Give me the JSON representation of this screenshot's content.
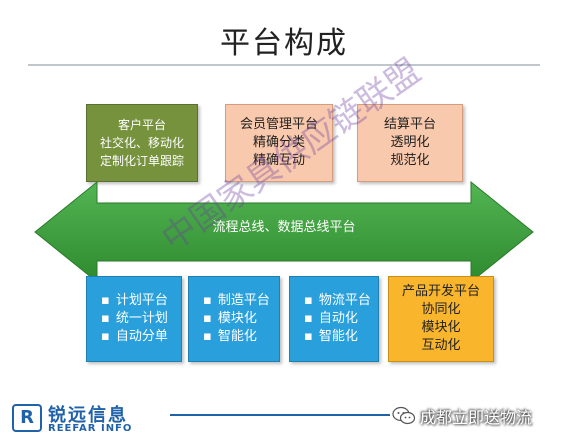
{
  "title": "平台构成",
  "top_boxes": [
    {
      "lines": [
        "客户平台",
        "社交化、移动化",
        "定制化订单跟踪"
      ]
    },
    {
      "lines": [
        "会员管理平台",
        "精确分类",
        "精确互动"
      ]
    },
    {
      "lines": [
        "结算平台",
        "透明化",
        "规范化"
      ]
    }
  ],
  "arrow": {
    "label": "流程总线、数据总线平台"
  },
  "bottom_boxes": [
    {
      "lines": [
        "计划平台",
        "统一计划",
        "自动分单"
      ]
    },
    {
      "lines": [
        "制造平台",
        "模块化",
        "智能化"
      ]
    },
    {
      "lines": [
        "物流平台",
        "自动化",
        "智能化"
      ]
    },
    {
      "lines": [
        "产品开发平台",
        "协同化",
        "模块化",
        "互动化"
      ]
    }
  ],
  "watermark": "中国家具供应链联盟",
  "footer": {
    "logo_mark": "R",
    "logo_cn": "锐远信息",
    "logo_en": "REEFAR INFO",
    "wechat_name": "成都立即送物流"
  },
  "colors": {
    "green": "#76923c",
    "peach": "#f8c9ac",
    "blue": "#29a0dc",
    "yellow": "#f9b62d",
    "arrow": "#3da03d",
    "logo": "#1f62a8"
  }
}
